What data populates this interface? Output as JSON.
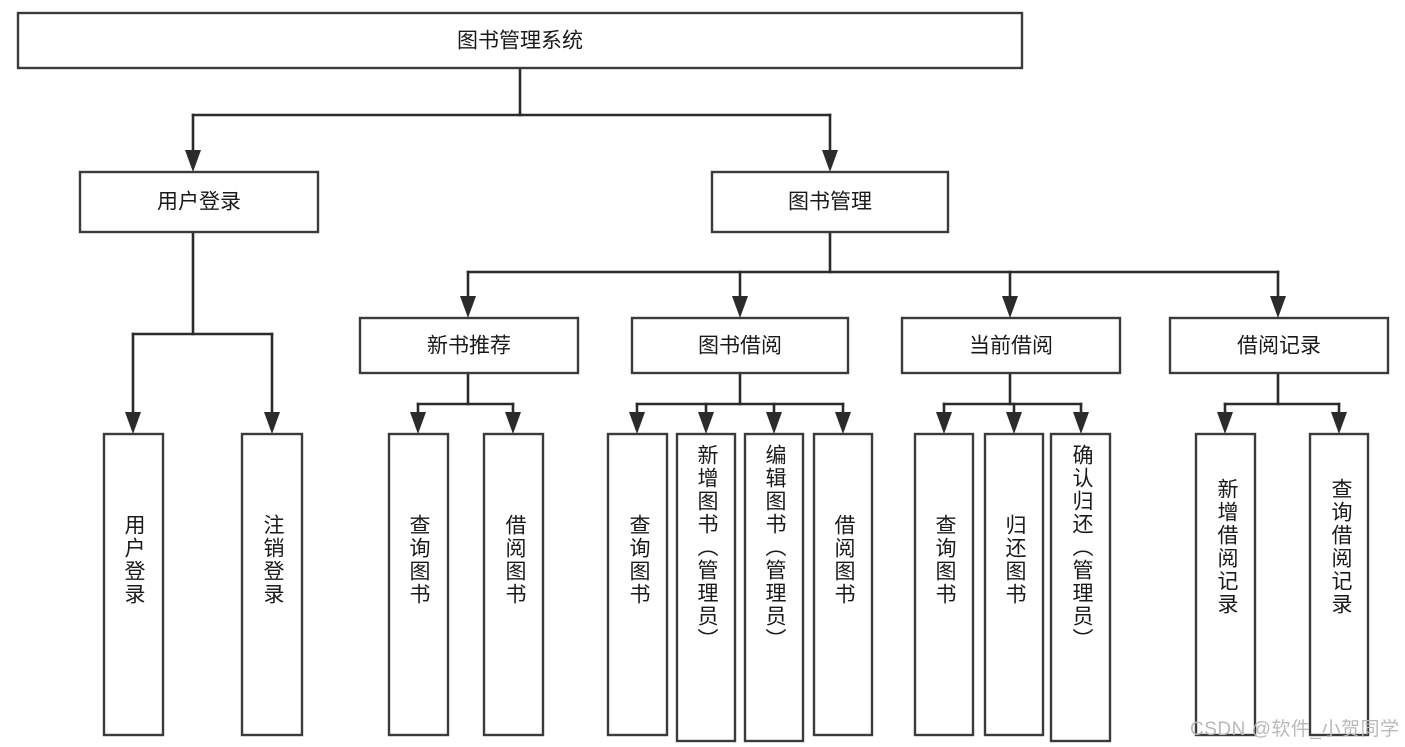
{
  "diagram": {
    "type": "tree",
    "title": "图书管理系统",
    "orientation": "top-down",
    "style": {
      "box_fill": "#ffffff",
      "box_stroke": "#3b3b3b",
      "connector_color": "#2b2b2b",
      "text_color": "#1a1a1a",
      "background": "#ffffff",
      "watermark_color": "#b9b9b9"
    },
    "root": {
      "label": "图书管理系统",
      "orientation": "horizontal"
    },
    "level2": [
      {
        "label": "用户登录",
        "orientation": "horizontal"
      },
      {
        "label": "图书管理",
        "orientation": "horizontal"
      }
    ],
    "level3": [
      {
        "label": "新书推荐",
        "orientation": "horizontal"
      },
      {
        "label": "图书借阅",
        "orientation": "horizontal"
      },
      {
        "label": "当前借阅",
        "orientation": "horizontal"
      },
      {
        "label": "借阅记录",
        "orientation": "horizontal"
      }
    ],
    "leaves": [
      {
        "label": "用户登录",
        "parent": "用户登录",
        "orientation": "vertical"
      },
      {
        "label": "注销登录",
        "parent": "用户登录",
        "orientation": "vertical"
      },
      {
        "label": "查询图书",
        "parent": "新书推荐",
        "orientation": "vertical"
      },
      {
        "label": "借阅图书",
        "parent": "新书推荐",
        "orientation": "vertical"
      },
      {
        "label": "查询图书",
        "parent": "图书借阅",
        "orientation": "vertical"
      },
      {
        "label": "新增图书（管理员）",
        "parent": "图书借阅",
        "orientation": "vertical"
      },
      {
        "label": "编辑图书（管理员）",
        "parent": "图书借阅",
        "orientation": "vertical"
      },
      {
        "label": "借阅图书",
        "parent": "图书借阅",
        "orientation": "vertical"
      },
      {
        "label": "查询图书",
        "parent": "当前借阅",
        "orientation": "vertical"
      },
      {
        "label": "归还图书",
        "parent": "当前借阅",
        "orientation": "vertical"
      },
      {
        "label": "确认归还（管理员）",
        "parent": "当前借阅",
        "orientation": "vertical"
      },
      {
        "label": "新增借阅记录",
        "parent": "借阅记录",
        "orientation": "vertical"
      },
      {
        "label": "查询借阅记录",
        "parent": "借阅记录",
        "orientation": "vertical"
      }
    ]
  },
  "watermark": {
    "text": "CSDN @软件_小贺同学"
  }
}
